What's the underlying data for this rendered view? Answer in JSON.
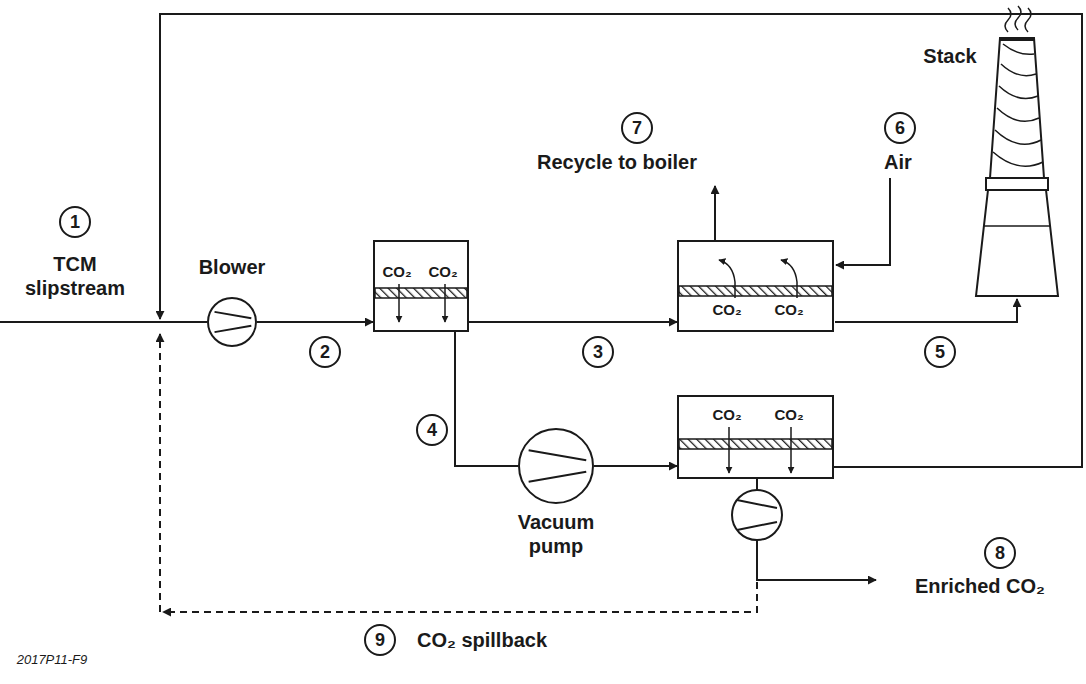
{
  "diagram": {
    "nodes": [
      {
        "text": [
          "Blower"
        ]
      },
      {
        "text": [
          "CO₂",
          "CO₂"
        ]
      },
      {
        "text": [
          "CO₂",
          "CO₂"
        ]
      },
      {
        "text": [
          "Vacuum pump"
        ]
      },
      {
        "text": [
          "CO₂",
          "CO₂"
        ]
      }
    ],
    "edges": [
      {
        "from": 0,
        "to": 1,
        "arrow": "to"
      },
      {
        "from": 1,
        "to": 2,
        "arrow": "to"
      },
      {
        "from": 1,
        "to": 3,
        "arrow": "none"
      },
      {
        "from": 3,
        "to": 4,
        "arrow": "to"
      },
      {
        "from": 4,
        "to": 0,
        "arrow": "to"
      }
    ],
    "labels": [
      "1",
      "TCM slipstream",
      "2",
      "3",
      "4",
      "5",
      "6",
      "Air",
      "7",
      "Recycle to boiler",
      "8",
      "Enriched CO₂",
      "9",
      "CO₂ spillback",
      "Stack",
      "2017P11-F9"
    ]
  }
}
